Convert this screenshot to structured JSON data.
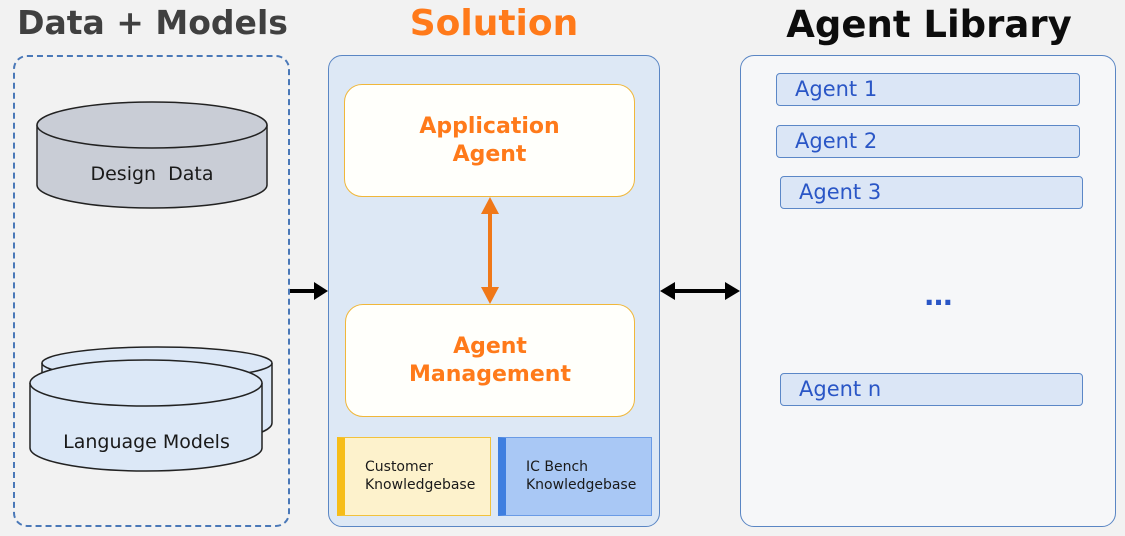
{
  "headings": {
    "data_models": "Data + Models",
    "solution": "Solution",
    "agent_library": "Agent Library"
  },
  "data_models": {
    "design_data": "Design  Data",
    "language_models": "Language Models"
  },
  "solution": {
    "application_agent": [
      "Application",
      "Agent"
    ],
    "agent_management": [
      "Agent",
      "Management"
    ],
    "customer_kb": [
      "Customer",
      "Knowledgebase"
    ],
    "ic_bench_kb": [
      "IC Bench",
      "Knowledgebase"
    ]
  },
  "agent_library": {
    "agents": [
      "Agent 1",
      "Agent 2",
      "Agent 3",
      "Agent n"
    ],
    "ellipsis": "…"
  },
  "colors": {
    "solution_title": "#ff7a1a",
    "agent_text": "#2a56c6",
    "panel_border": "#5a86c4",
    "customer_kb_bar": "#f6bd19",
    "ic_bench_kb_bar": "#3f7fe0"
  }
}
